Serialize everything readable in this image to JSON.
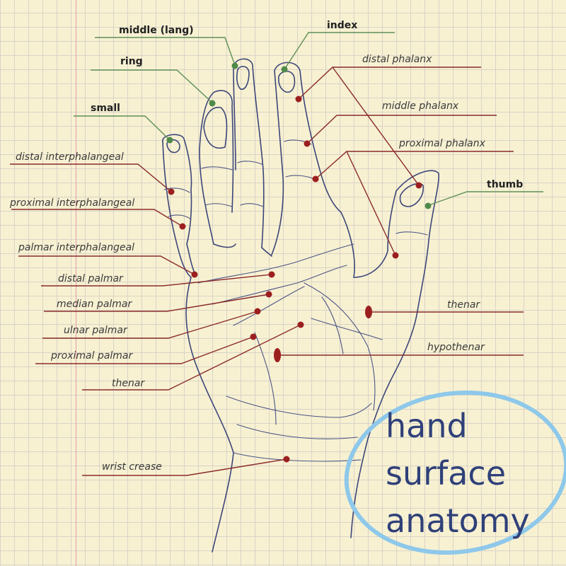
{
  "title": {
    "line1": "hand",
    "line2": "surface",
    "line3": "anatomy"
  },
  "labels": {
    "middle": "middle (lang)",
    "ring": "ring",
    "small": "small",
    "index": "index",
    "thumb": "thumb",
    "distal_interphalangeal": "distal interphalangeal",
    "proximal_interphalangeal": "proximal interphalangeal",
    "palmar_interphalangeal": "palmar interphalangeal",
    "distal_palmar": "distal palmar",
    "median_palmar": "median palmar",
    "ulnar_palmar": "ulnar palmar",
    "proximal_palmar": "proximal palmar",
    "thenar_left": "thenar",
    "wrist_crease": "wrist crease",
    "distal_phalanx": "distal phalanx",
    "middle_phalanx": "middle phalanx",
    "proximal_phalanx": "proximal phalanx",
    "thenar_right": "thenar",
    "hypothenar": "hypothenar"
  },
  "colors": {
    "finger_marker": "#4f8a4a",
    "joint_marker": "#9c1f1f",
    "leader_green": "#5f8f57",
    "leader_red": "#8b2a2a",
    "hand_outline": "#3d4679",
    "title_text": "#2f4079",
    "title_ring": "#8ec8ea"
  }
}
